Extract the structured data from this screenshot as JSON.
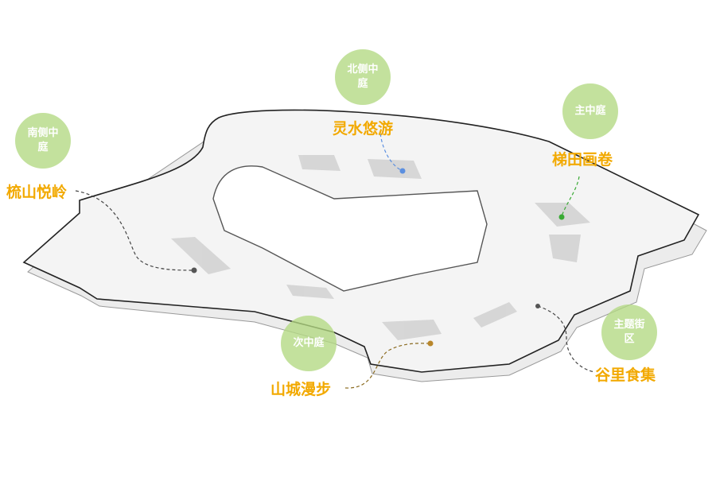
{
  "zones": [
    {
      "id": "south",
      "bubble": "南侧中庭",
      "name": "梳山悦岭",
      "dot_color": "#555555"
    },
    {
      "id": "north",
      "bubble": "北侧中庭",
      "name": "灵水悠游",
      "dot_color": "#5b8fe0"
    },
    {
      "id": "main",
      "bubble": "主中庭",
      "name": "梯田画卷",
      "dot_color": "#3aaa35"
    },
    {
      "id": "secondary",
      "bubble": "次中庭",
      "name": "山城漫步",
      "dot_color": "#b8862b"
    },
    {
      "id": "street",
      "bubble": "主题街区",
      "name": "谷里食集",
      "dot_color": "#555555"
    }
  ],
  "colors": {
    "bubble": "#b2d982",
    "label": "#f2a900",
    "plate": "#f2f2f2",
    "outline": "#222222"
  }
}
